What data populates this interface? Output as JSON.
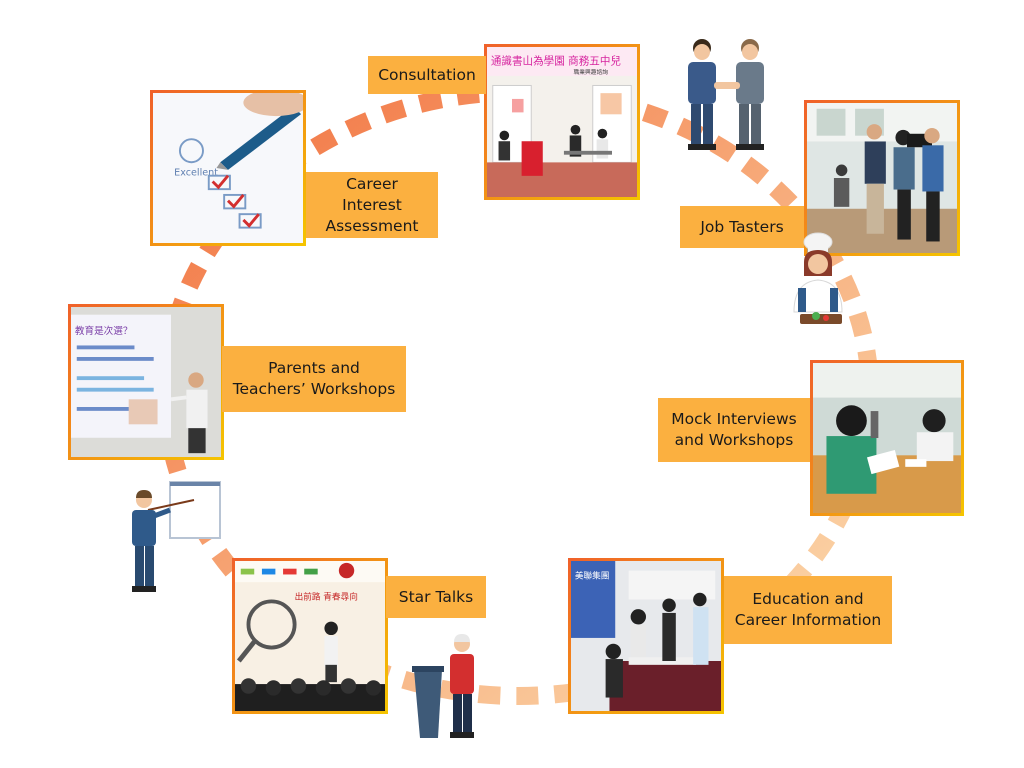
{
  "stages": [
    {
      "id": "consultation",
      "label": "Consultation"
    },
    {
      "id": "job-tasters",
      "label": "Job Tasters"
    },
    {
      "id": "mock-interviews",
      "label": "Mock Interviews\nand Workshops"
    },
    {
      "id": "education-career-info",
      "label": "Education and\nCareer Information"
    },
    {
      "id": "star-talks",
      "label": "Star Talks"
    },
    {
      "id": "parents-teachers",
      "label": "Parents and\nTeachers’ Workshops"
    },
    {
      "id": "career-interest",
      "label": "Career Interest\nAssessment"
    }
  ],
  "photo_texts": {
    "consultation_banner": "通識書山為學園 商務五中兒",
    "consultation_sub": "職業興趣諮詢",
    "slide_title": "教育是次選？",
    "star_banner": "出前路 青春尋向",
    "education_sign": "美聯集團",
    "checklist_word": "Excellent"
  },
  "colors": {
    "ring_primary": "#f0612a",
    "ring_secondary": "#fbc07a",
    "label_bg": "#fbb040"
  },
  "icons": [
    "handshake-icon",
    "chef-icon",
    "presenter-icon",
    "speaker-podium-icon"
  ]
}
